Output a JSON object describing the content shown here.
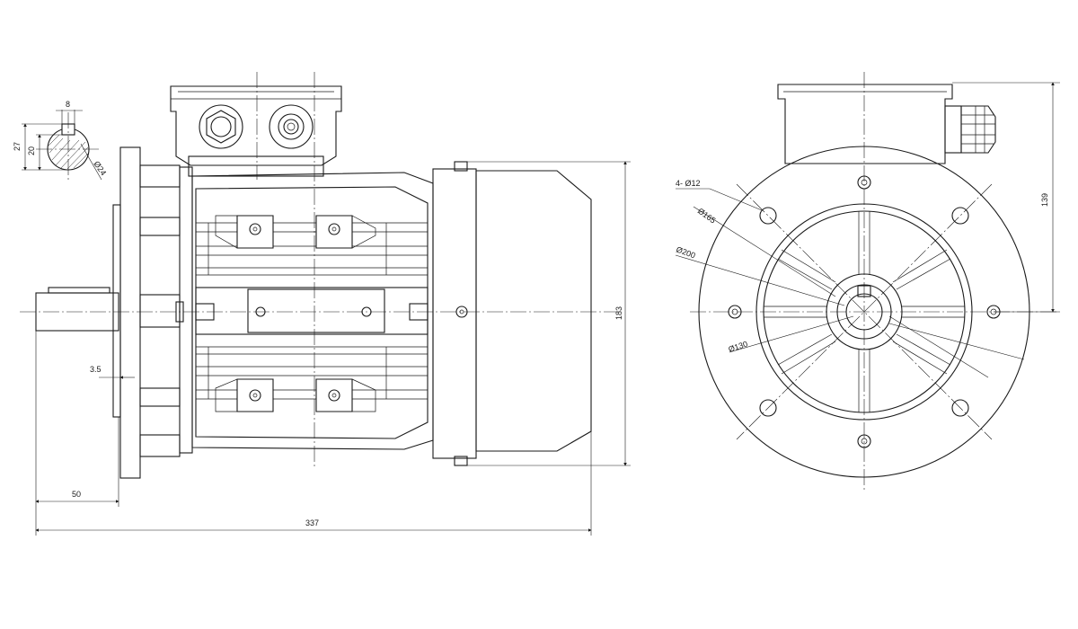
{
  "dimensions": {
    "key_width": "8",
    "shaft_height": "27",
    "key_depth": "20",
    "shaft_diameter": "Ø24",
    "flange_offset": "3.5",
    "shaft_length": "50",
    "overall_length": "337",
    "overall_height": "183",
    "terminal_box_height": "139",
    "bolt_holes": "4- Ø12",
    "pitch_diameter": "Ø165",
    "flange_diameter": "Ø200",
    "spigot_diameter": "Ø130"
  }
}
